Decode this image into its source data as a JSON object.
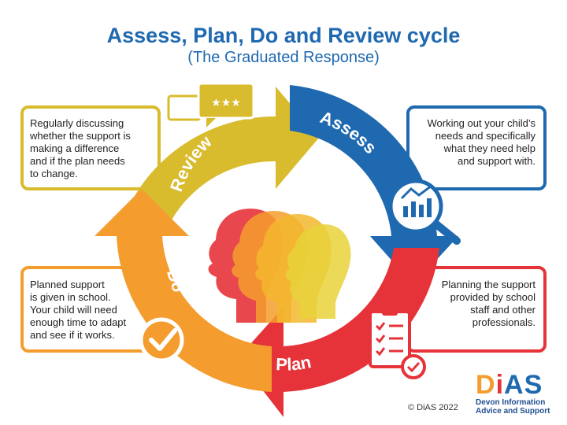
{
  "title": "Assess, Plan, Do and Review cycle",
  "subtitle": "(The Graduated Response)",
  "stages": {
    "assess": {
      "label": "Assess",
      "description": "Working out your child’s\nneeds and specifically\nwhat they need help\nand support with.",
      "color": "#1f69b0",
      "icon": "magnifier-chart-icon"
    },
    "plan": {
      "label": "Plan",
      "description": "Planning the support\nprovided by school\nstaff and other\nprofessionals.",
      "color": "#e6333a",
      "icon": "clipboard-checklist-icon"
    },
    "do": {
      "label": "Do",
      "description": "Planned support\nis given in school.\nYour child will need\nenough time to adapt\nand see if it works.",
      "color": "#f49d2e",
      "icon": "checkmark-circle-icon"
    },
    "review": {
      "label": "Review",
      "description": "Regularly discussing\nwhether the support is\nmaking a difference\nand if the plan needs\nto change.",
      "color": "#d9bb2e",
      "icon": "speech-bubble-stars-icon"
    }
  },
  "logo": {
    "letters": [
      "D",
      "i",
      "A",
      "S"
    ],
    "letter_colors": [
      "#f49d2e",
      "#e6333a",
      "#1f69b0",
      "#1f69b0"
    ],
    "subtext": "Devon Information\nAdvice and Support"
  },
  "copyright": "© DiAS 2022",
  "center_image": "overlapping-head-silhouettes"
}
